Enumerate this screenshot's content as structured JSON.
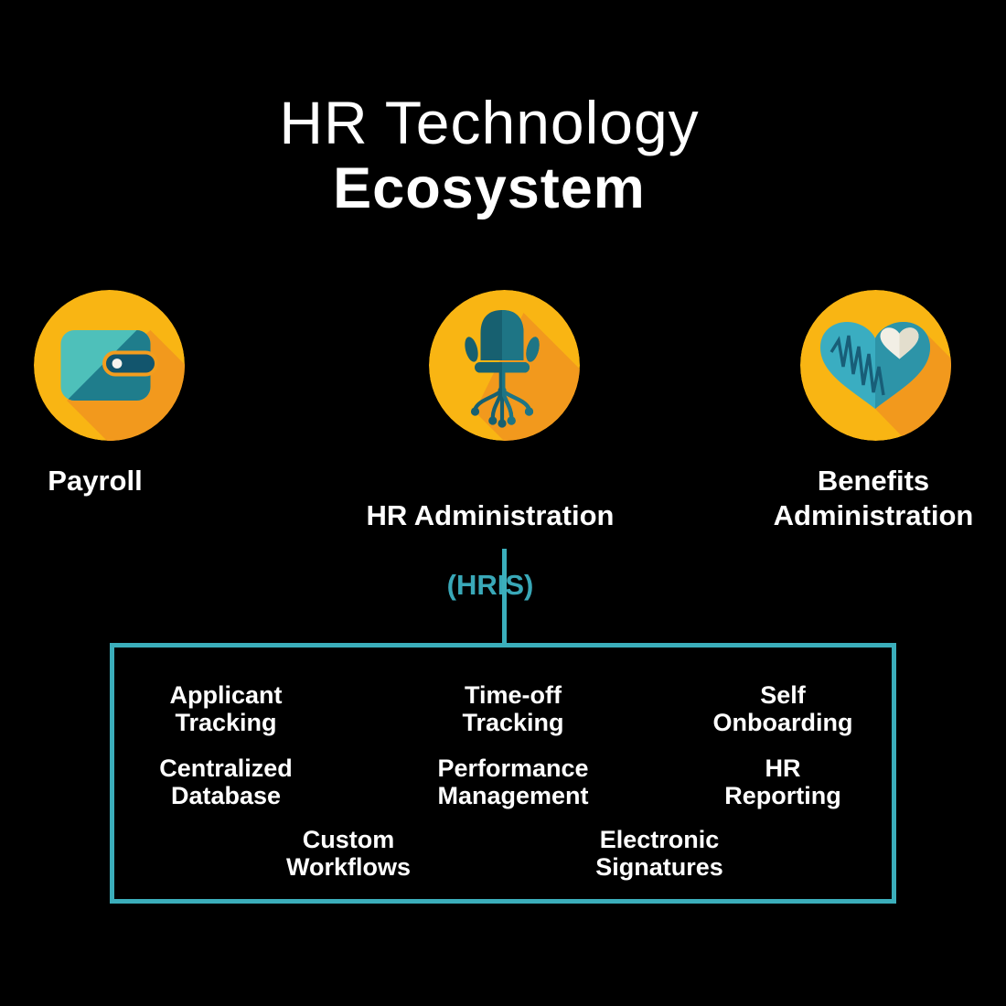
{
  "title": {
    "line1": "HR Technology",
    "line2": "Ecosystem"
  },
  "nodes": {
    "payroll": {
      "label": "Payroll",
      "icon": "wallet-icon"
    },
    "hr_admin": {
      "label": "HR Administration",
      "sublabel": "(HRIS)",
      "icon": "office-chair-icon"
    },
    "benefits": {
      "label": "Benefits\nAdministration",
      "icon": "heart-pulse-icon"
    }
  },
  "hris_box": {
    "items": [
      {
        "label": "Applicant\nTracking"
      },
      {
        "label": "Time-off\nTracking"
      },
      {
        "label": "Self\nOnboarding"
      },
      {
        "label": "Centralized\nDatabase"
      },
      {
        "label": "Performance\nManagement"
      },
      {
        "label": "HR\nReporting"
      },
      {
        "label": "Custom\nWorkflows"
      },
      {
        "label": "Electronic\nSignatures"
      }
    ]
  },
  "colors": {
    "bg": "#000000",
    "white": "#ffffff",
    "yellow": "#F9B513",
    "shadow": "#F2991D",
    "clasp_stroke": "#F39D1E",
    "wallet_light": "#4EC0BA",
    "wallet_dark": "#1F7D8C",
    "clasp": "#12556D",
    "dot": "#F6F4EE",
    "chair_dark": "#176070",
    "chair_light": "#1E7585",
    "heart_main": "#3AADC1",
    "heart_dark": "#2D94A8",
    "ekg": "#185E78",
    "cream_light": "#F2EFE5",
    "cream_dark": "#E3DECD",
    "teal_line": "#3BAEBB",
    "teal_text": "#39A8B8"
  }
}
